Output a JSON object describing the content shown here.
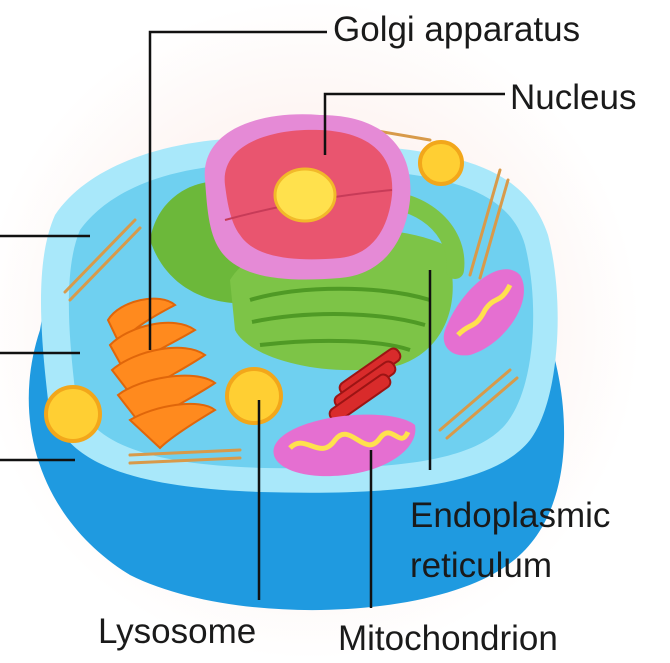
{
  "labels": {
    "golgi": "Golgi apparatus",
    "nucleus": "Nucleus",
    "er_line1": "Endoplasmic",
    "er_line2": "reticulum",
    "lysosome": "Lysosome",
    "mitochondrion": "Mitochondrion"
  },
  "colors": {
    "background_glow": "#fbeae6",
    "cytoplasm": "#6fd0f0",
    "cell_base": "#2a9fe0",
    "membrane": "#a8e6f8",
    "nucleus_envelope": "#e58ad6",
    "nucleus_inner": "#e9556f",
    "nucleolus": "#ffe14d",
    "golgi": "#ff8a1e",
    "er": "#7dc447",
    "mitochondrion": "#e56fd1",
    "lysosome": "#ffcf33",
    "centriole": "#d92b2b",
    "filament": "#d89a4a",
    "leader_line": "#111111"
  },
  "icons": [
    "animal-cell-illustration"
  ]
}
